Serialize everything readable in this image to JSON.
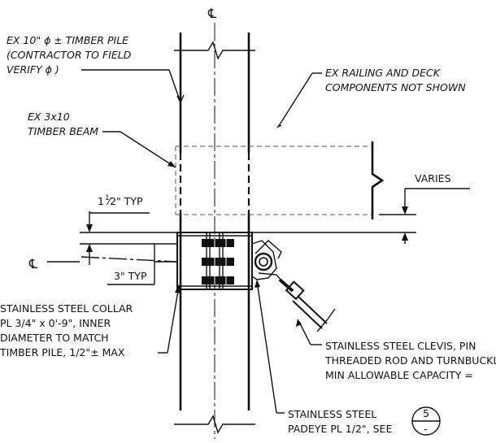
{
  "labels": {
    "centerline_top": "℄",
    "centerline_left": "℄",
    "pile_line1": "EX 10\" ɸ ±  TIMBER PILE",
    "pile_line2": "(CONTRACTOR TO FIELD",
    "pile_line3": "VERIFY ɸ )",
    "railing_line1": "EX RAILING AND DECK",
    "railing_line2": "COMPONENTS NOT SHOWN",
    "beam_line1": "EX 3x10",
    "beam_line2": "TIMBER BEAM",
    "varies": "VARIES",
    "typ_half_whole": "1",
    "typ_half_num": "1",
    "typ_half_rest": "⁄2\" TYP",
    "typ_3in": "3\" TYP",
    "collar_line1": "STAINLESS STEEL COLLAR",
    "collar_line2": "PL 3/4\" x 0'-9\", INNER",
    "collar_line3": "DIAMETER TO MATCH",
    "collar_line4": "TIMBER PILE, 1/2\"± MAX",
    "clevis_line1": "STAINLESS STEEL CLEVIS, PIN",
    "clevis_line2": "THREADED ROD AND TURNBUCKLE",
    "clevis_line3": "MIN ALLOWABLE CAPACITY =",
    "padeye_line1": "STAINLESS STEEL",
    "padeye_line2": "PADEYE PL 1/2\", SEE",
    "detail_number": "5",
    "detail_sheet": "-"
  }
}
